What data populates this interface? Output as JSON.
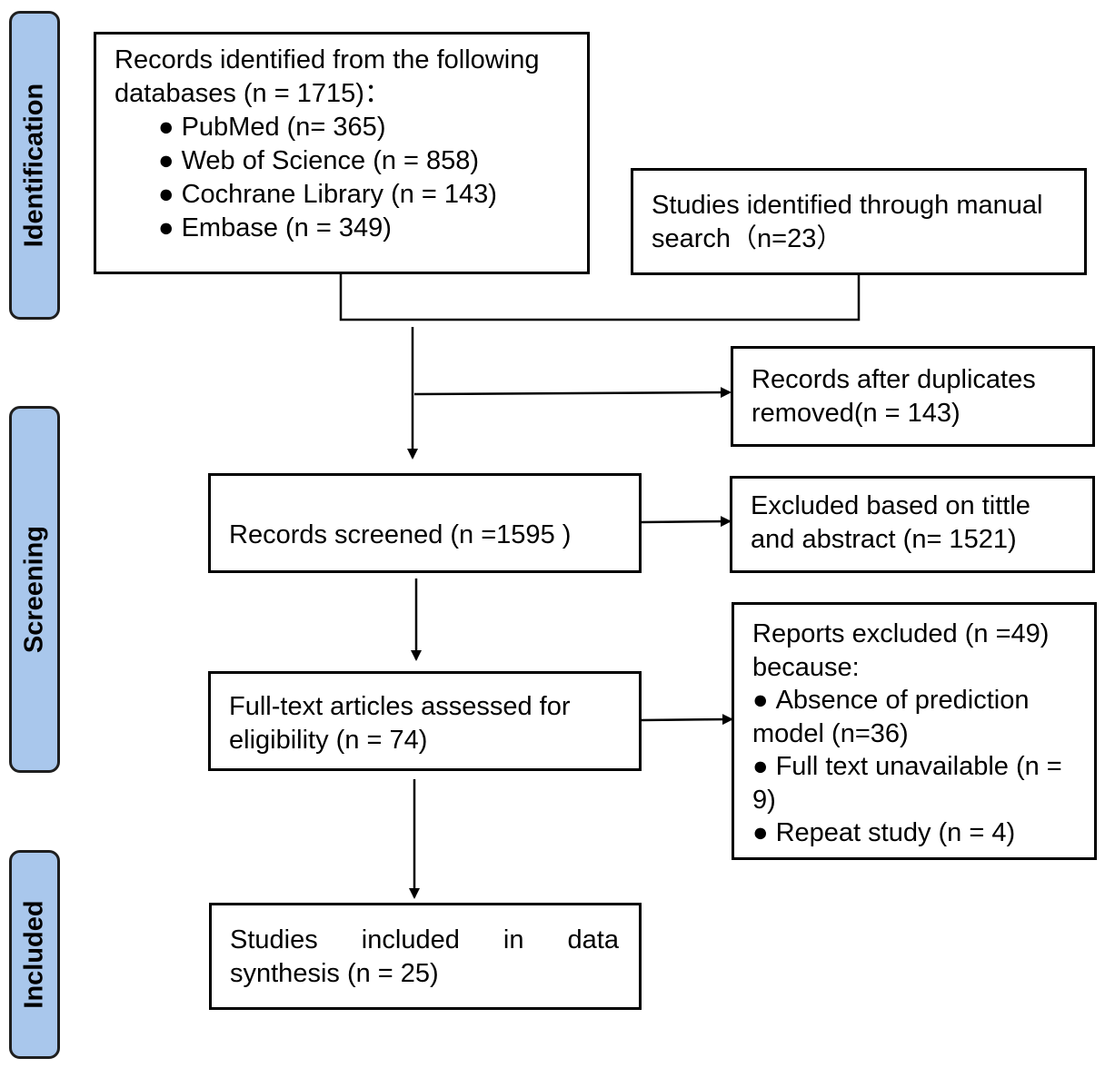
{
  "stages": [
    {
      "id": "identification",
      "label": "Identification"
    },
    {
      "id": "screening",
      "label": "Screening"
    },
    {
      "id": "included",
      "label": "Included"
    }
  ],
  "boxes": {
    "databases": {
      "intro": "Records identified from the following databases (n = 1715)：",
      "items": [
        "PubMed (n= 365)",
        "Web of Science  (n = 858)",
        "Cochrane Library (n = 143)",
        "Embase (n = 349)"
      ]
    },
    "manual": {
      "text": "Studies identified through manual search（n=23）"
    },
    "duplicates": {
      "text": "Records after duplicates removed(n = 143)"
    },
    "screened": {
      "text": "Records screened (n =1595 )"
    },
    "excluded_title": {
      "text": "Excluded based on tittle and abstract (n= 1521)"
    },
    "fulltext": {
      "text": "Full-text articles assessed for eligibility (n = 74)"
    },
    "reports_excluded": {
      "intro": "Reports excluded (n =49) because:",
      "items": [
        "Absence of prediction model (n=36)",
        "Full text unavailable (n = 9)",
        "Repeat study (n = 4)"
      ]
    },
    "included": {
      "text": "Studies included in data synthesis (n = 25)"
    }
  }
}
